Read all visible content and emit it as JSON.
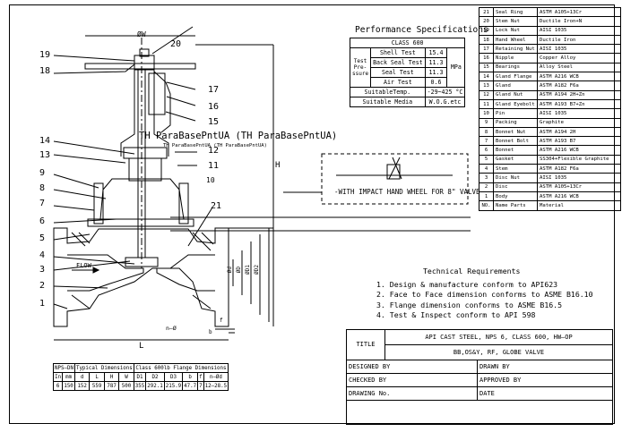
{
  "diagram_title": "ØW",
  "callouts": [
    "1",
    "2",
    "3",
    "4",
    "5",
    "6",
    "7",
    "8",
    "9",
    "10",
    "11",
    "12",
    "13",
    "14",
    "15",
    "16",
    "17",
    "18",
    "19",
    "20",
    "21"
  ],
  "dimension_labels": {
    "L": "L",
    "H": "H",
    "d": "Ød",
    "D": "ØD",
    "D1": "ØD1",
    "D2": "ØD2",
    "b": "b",
    "f": "f",
    "nphi": "n—Ø",
    "flow": "FLOW"
  },
  "watermark_main": "TH  ParaBasePntUA (TH  ParaBasePntUA)",
  "watermark_small": "TH  ParaBasePntUA (TH  ParaBasePntUA)",
  "impact_note": "-WITH IMPACT HAND WHEEL FOR 8\" VALVE",
  "performance": {
    "title": "Performance Specifications",
    "class_label": "CLASS 600",
    "test_pressure_label": "Test Pre- ssure",
    "rows": [
      {
        "name": "Shell Test",
        "value": "15.4"
      },
      {
        "name": "Back Seal Test",
        "value": "11.3"
      },
      {
        "name": "Seal Test",
        "value": "11.3"
      },
      {
        "name": "Air Test",
        "value": "0.6"
      }
    ],
    "unit": "MPa",
    "suitable_temp_label": "SuitableTemp.",
    "suitable_temp": "-29~425 °C",
    "suitable_media_label": "Suitable Media",
    "suitable_media": "W.O.G.etc"
  },
  "parts": [
    {
      "no": "21",
      "name": "Seal Ring",
      "material": "ASTM A105+13Cr"
    },
    {
      "no": "20",
      "name": "Stem Nut",
      "material": "Ductile Iron+N"
    },
    {
      "no": "19",
      "name": "Lock Nut",
      "material": "AISI 1035"
    },
    {
      "no": "18",
      "name": "Hand Wheel",
      "material": "Ductile Iron"
    },
    {
      "no": "17",
      "name": "Retaining Nut",
      "material": "AISI 1035"
    },
    {
      "no": "16",
      "name": "Nipple",
      "material": "Copper Alloy"
    },
    {
      "no": "15",
      "name": "Bearings",
      "material": "Alloy Steel"
    },
    {
      "no": "14",
      "name": "Gland Flange",
      "material": "ASTM A216 WCB"
    },
    {
      "no": "13",
      "name": "Gland",
      "material": "ASTM A182 F6a"
    },
    {
      "no": "12",
      "name": "Gland Nut",
      "material": "ASTM A194 2H+Zn"
    },
    {
      "no": "11",
      "name": "Gland Eyebolt",
      "material": "ASTM A193 B7+Zn"
    },
    {
      "no": "10",
      "name": "Pin",
      "material": "AISI 1035"
    },
    {
      "no": "9",
      "name": "Packing",
      "material": "Graphite"
    },
    {
      "no": "8",
      "name": "Bonnet Nut",
      "material": "ASTM A194 2H"
    },
    {
      "no": "7",
      "name": "Bonnet Bolt",
      "material": "ASTM A193 B7"
    },
    {
      "no": "6",
      "name": "Bonnet",
      "material": "ASTM A216 WCB"
    },
    {
      "no": "5",
      "name": "Gasket",
      "material": "SS304+Flexible Graphite"
    },
    {
      "no": "4",
      "name": "Stem",
      "material": "ASTM A182 F6a"
    },
    {
      "no": "3",
      "name": "Disc Nut",
      "material": "AISI 1035"
    },
    {
      "no": "2",
      "name": "Disc",
      "material": "ASTM A105+13Cr"
    },
    {
      "no": "1",
      "name": "Body",
      "material": "ASTM A216 WCB"
    }
  ],
  "parts_header": {
    "no": "NO.",
    "name": "Name Parts",
    "material": "Material"
  },
  "technical": {
    "title": "Technical Requirements",
    "items": [
      "1. Design & manufacture conform to API623",
      "2. Face to Face dimension conforms to ASME B16.10",
      "3. Flange dimension conforms to ASME B16.5",
      "4. Test & Inspect conform to API 598"
    ]
  },
  "dimensions_table": {
    "h_npsdn": "NPS—DN",
    "h_typical": "Typical Dimensions",
    "h_flange": "Class 600lb Flange Dimensions",
    "cols": [
      "In",
      "mm",
      "d",
      "L",
      "H",
      "W",
      "D1",
      "D2",
      "D3",
      "b",
      "f",
      "n—Ød"
    ],
    "row": [
      "6",
      "150",
      "152",
      "559",
      "787",
      "500",
      "355",
      "292.1",
      "215.9",
      "47.7",
      "7",
      "12—28.5"
    ]
  },
  "title_block": {
    "title_label": "TITLE",
    "title_line1": "API CAST STEEL, NPS 6, CLASS 600, HW—OP",
    "title_line2": "BB,OS&Y, RF, GLOBE VALVE",
    "designed_by": "DESIGNED BY",
    "checked_by": "CHECKED  BY",
    "drawing_no": "DRAWING No.",
    "drawn_by": "DRAWN BY",
    "approved_by": "APPROVED BY",
    "date": "DATE"
  }
}
